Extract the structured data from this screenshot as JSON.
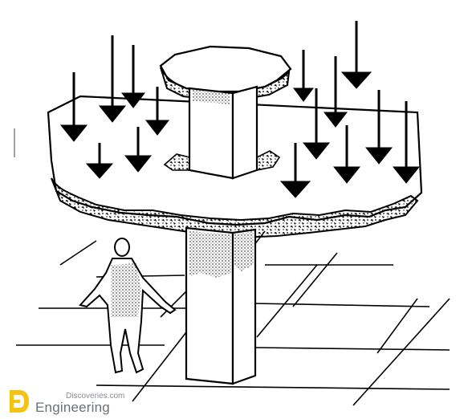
{
  "watermark": {
    "top": "Discoveries.com",
    "main": "Engineering",
    "accent_color": "#f3c316",
    "text_color": "#6b7078"
  },
  "diagram": {
    "style": "black line illustration",
    "icons": [
      "load-arrow-icon",
      "person-figure",
      "engineering-logo-icon"
    ]
  }
}
